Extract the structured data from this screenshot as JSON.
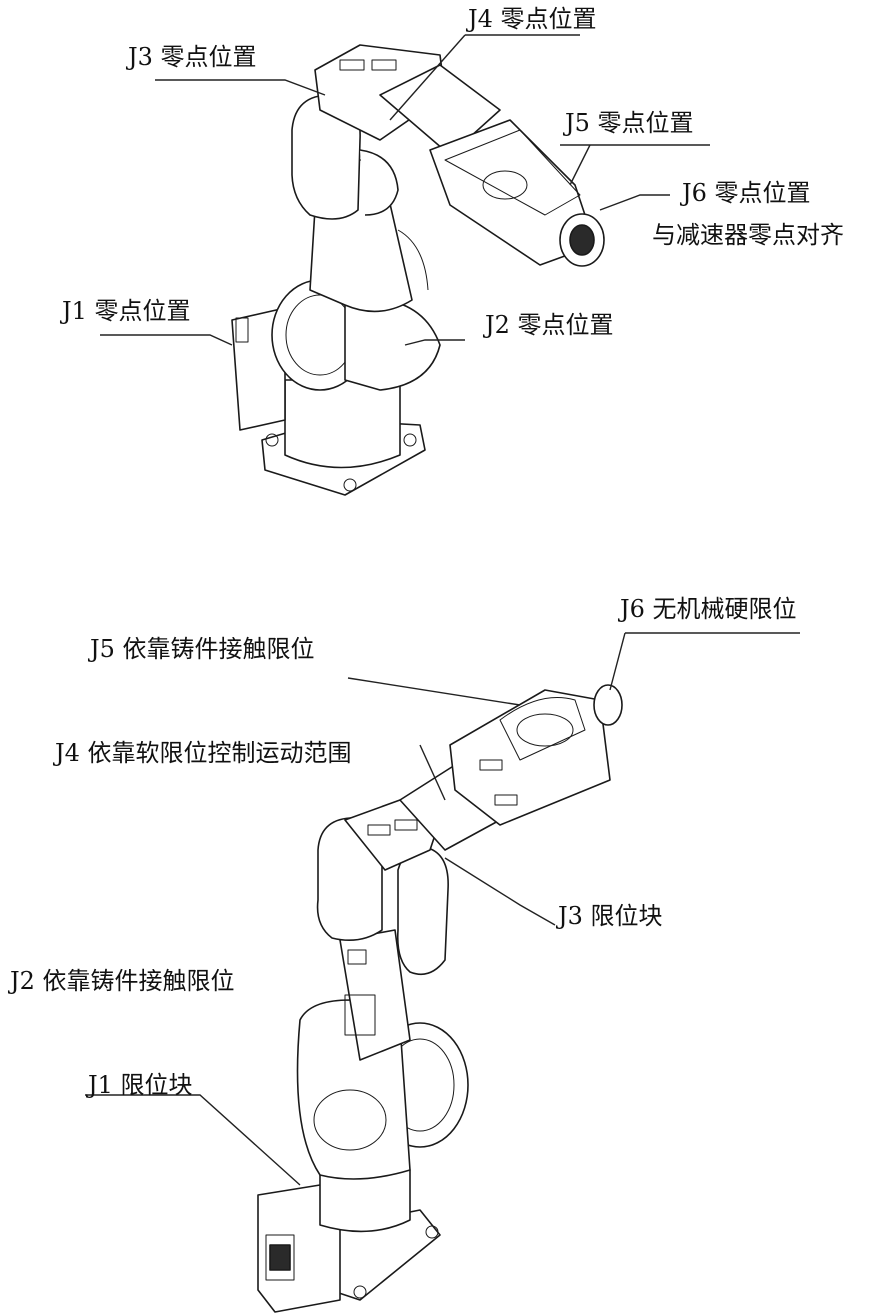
{
  "top_diagram": {
    "labels": {
      "j3": "J3 零点位置",
      "j4": "J4 零点位置",
      "j5": "J5 零点位置",
      "j6_line1": "J6 零点位置",
      "j6_line2": "与减速器零点对齐",
      "j1": "J1 零点位置",
      "j2": "J2 零点位置"
    }
  },
  "bottom_diagram": {
    "labels": {
      "j6": "J6 无机械硬限位",
      "j5": "J5 依靠铸件接触限位",
      "j4": "J4 依靠软限位控制运动范围",
      "j3": "J3 限位块",
      "j2": "J2 依靠铸件接触限位",
      "j1": "J1 限位块"
    }
  }
}
